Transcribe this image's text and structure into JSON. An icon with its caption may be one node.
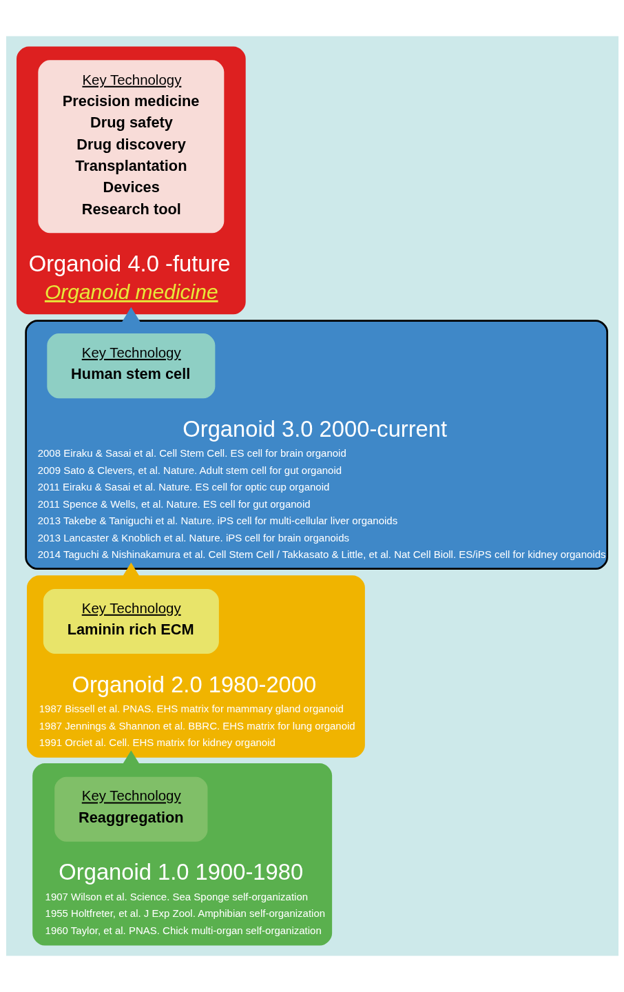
{
  "diagram": {
    "nodes": [
      {
        "text": [
          "Organoid 1.0 1900-1980",
          "1907 Wilson et al. Science. Sea Sponge self-organization",
          "1955 Holtfreter, et al. J Exp Zool. Amphibian self-organization",
          "1960 Taylor, et al. PNAS. Chick multi-organ self-organization"
        ]
      },
      {
        "text": [
          "Key Technology",
          "Reaggregation"
        ],
        "in": 0
      },
      {
        "text": [
          "Organoid 2.0 1980-2000",
          "1987 Bissell et al. PNAS. EHS matrix for mammary gland organoid",
          "1987 Jennings & Shannon et al. BBRC. EHS matrix for lung organoid",
          "1991 Orciet al. Cell. EHS matrix for kidney organoid"
        ]
      },
      {
        "text": [
          "Key Technology",
          "Laminin rich ECM"
        ],
        "in": 2
      },
      {
        "text": [
          "Organoid 3.0 2000-current",
          "2008 Eiraku & Sasai et al. Cell Stem Cell. ES cell for brain organoid",
          "2009 Sato & Clevers, et al. Nature. Adult stem cell for gut organoid",
          "2011 Eiraku & Sasai et al. Nature. ES cell for optic cup organoid",
          "2011 Spence & Wells, et al. Nature. ES cell for gut organoid",
          "2013 Takebe & Taniguchi et al. Nature. iPS cell for multi-cellular liver organoids",
          "2013 Lancaster & Knoblich et al. Nature. iPS cell for brain organoids",
          "2014 Taguchi & Nishinakamura et al. Cell Stem Cell / Takkasato & Little, et al. Nat Cell Bioll. ES/iPS cell for kidney organoids"
        ]
      },
      {
        "text": [
          "Key Technology",
          "Human stem cell"
        ],
        "in": 4
      },
      {
        "text": [
          "Organoid 4.0 -future",
          "Organoid medicine"
        ]
      },
      {
        "text": [
          "Key Technology",
          "Precision medicine",
          "Drug safety",
          "Drug discovery",
          "Transplantation",
          "Devices",
          "Research tool"
        ],
        "in": 6
      }
    ],
    "edges": [
      {
        "from": 0,
        "to": 2,
        "arrow": "to",
        "color": "#5ab04e"
      },
      {
        "from": 2,
        "to": 4,
        "arrow": "to",
        "color": "#f0b400"
      },
      {
        "from": 4,
        "to": 6,
        "arrow": "to",
        "color": "#3f88c8"
      }
    ]
  }
}
